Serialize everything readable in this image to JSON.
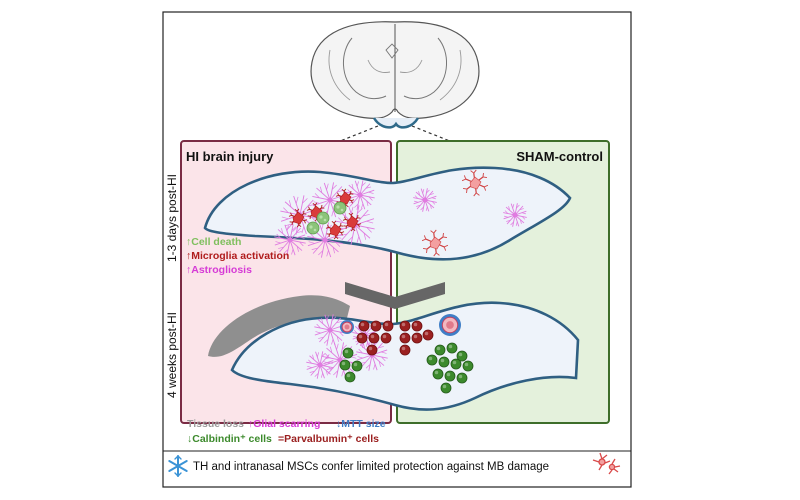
{
  "panels": {
    "left_title": "HI brain injury",
    "right_title": "SHAM-control"
  },
  "timepoints": {
    "early": "1-3 days post-HI",
    "late": "4 weeks post-HI"
  },
  "early_findings": [
    {
      "arrow": "↑",
      "text": "Cell death",
      "color": "#7fbf5e"
    },
    {
      "arrow": "↑",
      "text": "Microglia activation",
      "color": "#b01c1c"
    },
    {
      "arrow": "↑",
      "text": "Astrogliosis",
      "color": "#d63bd6"
    }
  ],
  "late_findings": {
    "tissue_loss": "Tissue loss",
    "glial_scarring": "Glial scarring",
    "mtt_size": "MTT size",
    "calbindin": "Calbindin⁺ cells",
    "parvalbumin": "Parvalbumin⁺ cells",
    "arrows": {
      "glial": "↑",
      "mtt": "↓",
      "calbindin": "↓",
      "parvalbumin": "="
    }
  },
  "footer": {
    "text": "TH and intranasal MSCs confer limited protection against MB damage",
    "left_icon": "snowflake-icon",
    "right_icon": "stem-cell-icon"
  },
  "colors": {
    "hi_border": "#7a2b44",
    "hi_fill": "#fbe4e9",
    "sham_border": "#3e6e2a",
    "sham_fill": "#e4f1dc",
    "tissue_outline": "#2f5f82",
    "tissue_fill": "#eef3fa",
    "tissue_loss": "#8f8f8f",
    "astrocyte": "#e07be0",
    "microglia": "#d93b3b",
    "dead_cell": "#8cc47a",
    "parvalbumin_cell": "#9b2020",
    "calbindin_cell": "#3c8a2c",
    "mtt": "#3f7ec6",
    "snowflake": "#3a93d6"
  }
}
